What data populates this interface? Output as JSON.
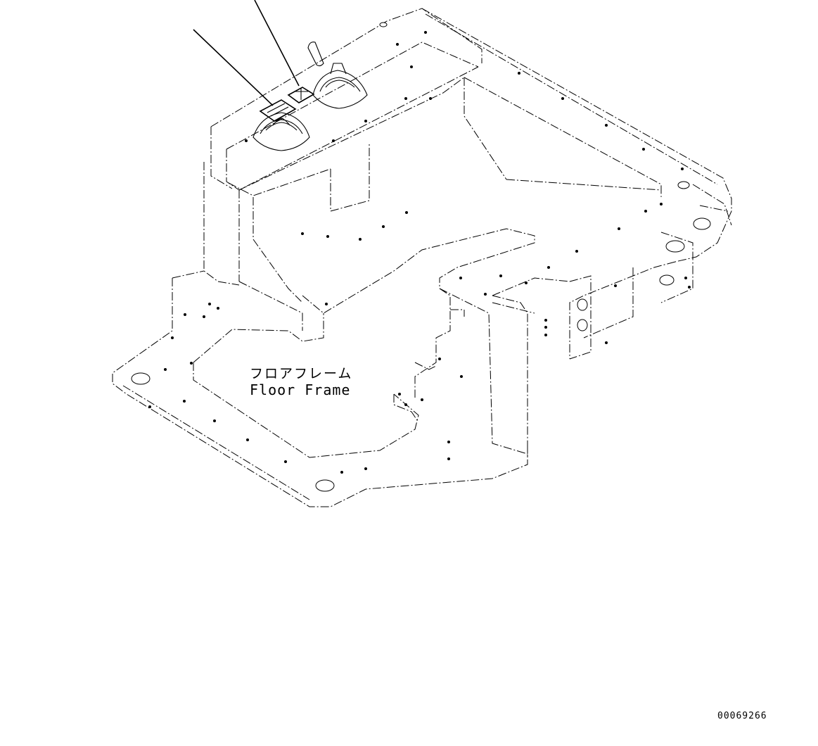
{
  "diagram": {
    "label_japanese": "フロアフレーム",
    "label_english": "Floor Frame",
    "drawing_number": "00069266"
  },
  "colors": {
    "line": "#000000",
    "background": "#ffffff"
  }
}
